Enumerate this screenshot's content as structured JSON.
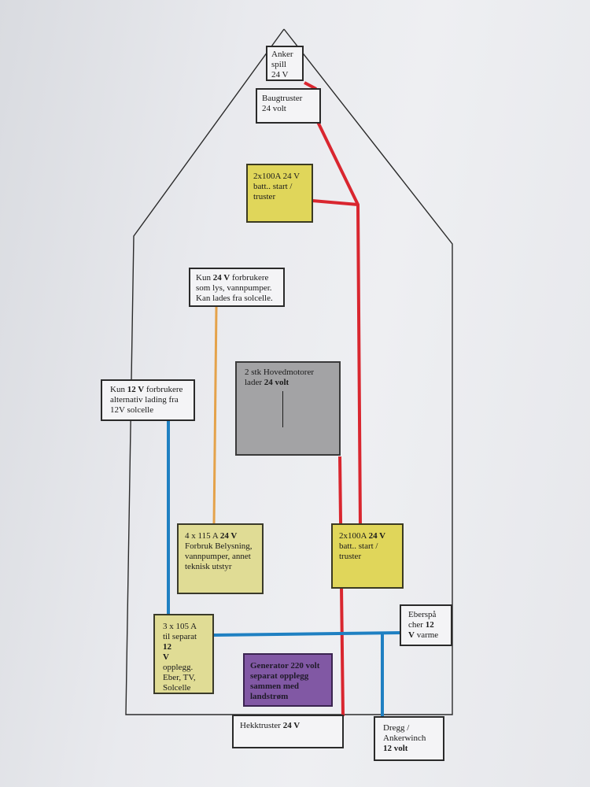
{
  "colors": {
    "red_wire": "#d9262f",
    "blue_wire": "#1f80c2",
    "orange_wire": "#e4a24a",
    "hull": "#2b2b2b",
    "yellow_battery": "#e0d65a",
    "light_yellow_battery": "#e0dc95",
    "grey_engine": "#a3a3a5",
    "purple_generator": "#8158a4"
  },
  "boxes": {
    "ankerspill": {
      "line1": "Anker",
      "line2": "spill",
      "line3": "24 V"
    },
    "baugtruster": {
      "line1": "Baugtruster",
      "line2": "24 volt"
    },
    "front_battery": {
      "line1": "2x100A 24 V",
      "line2": "batt..  start /",
      "line3": "truster"
    },
    "kun24": {
      "pre": "Kun ",
      "bold": "24 V",
      "post": " forbrukere",
      "line2": "som lys, vannpumper.",
      "line3": "Kan lades fra solcelle."
    },
    "kun12": {
      "pre": "Kun ",
      "bold": "12 V",
      "post": " forbrukere",
      "line2": "alternativ lading fra",
      "line3": "12V solcelle"
    },
    "hovedmotor": {
      "line1": "2 stk Hovedmotorer",
      "pre": "lader ",
      "bold": "24 volt"
    },
    "house_battery": {
      "pre": "4 x 115 A ",
      "bold": "24 V",
      "line2": "Forbruk Belysning,",
      "line3": "vannpumper, annet",
      "line4": "teknisk utstyr"
    },
    "rear_battery": {
      "pre": "2x100A ",
      "bold": "24 V",
      "line2": "batt.. start /",
      "line3": "truster"
    },
    "eberspacher": {
      "line1": "Eberspå",
      "line2pre": "cher ",
      "line2bold": "12",
      "line3bold": "V",
      "line3post": " varme"
    },
    "battery_12v": {
      "line1": "3 x 105 A",
      "line2": "til separat",
      "line3bold": "12",
      "line4bold": "V",
      "line5": "opplegg.",
      "line6": "Eber, TV,",
      "line7": "Solcelle"
    },
    "generator": {
      "line1": "Generator 220 volt",
      "line2": "separat opplegg",
      "line3": "sammen med",
      "line4": "landstrøm"
    },
    "hekktruster": {
      "pre": "Hekktruster ",
      "bold": "24 V"
    },
    "dregg": {
      "line1": "Dregg /",
      "line2": "Ankerwinch",
      "line3bold": "12 volt"
    }
  }
}
